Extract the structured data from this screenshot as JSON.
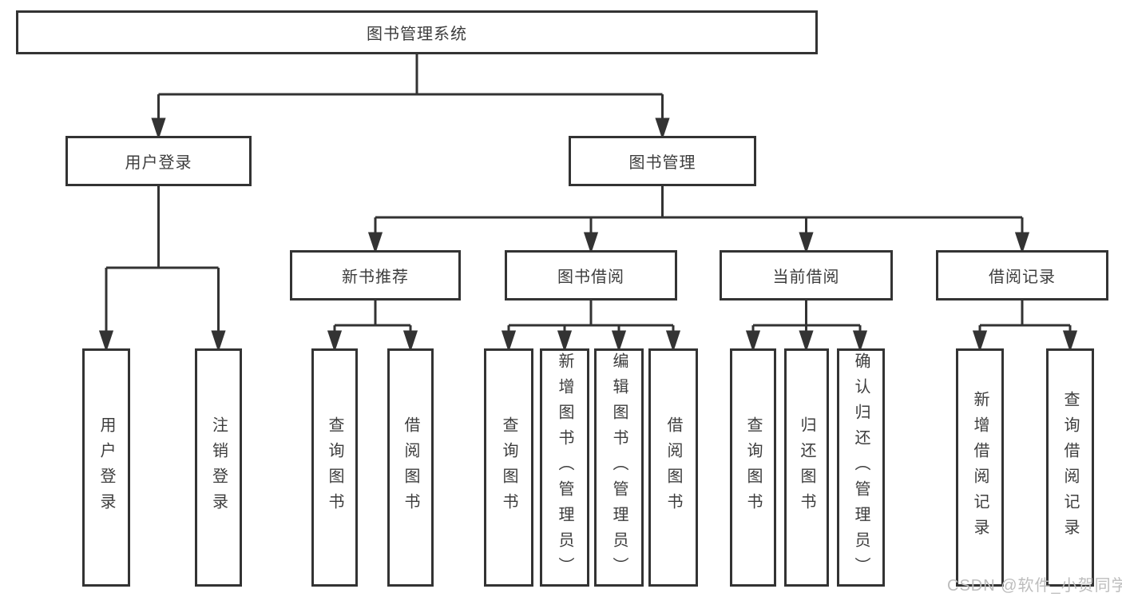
{
  "colors": {
    "line": "#333333",
    "box_border": "#333333",
    "text": "#3d3d3d",
    "background": "#ffffff",
    "watermark": "#bdbdbd"
  },
  "tree": {
    "root": {
      "label": "图书管理系统"
    },
    "branches": [
      {
        "label": "用户登录",
        "leaves": [
          "用户登录",
          "注销登录"
        ]
      },
      {
        "label": "图书管理",
        "groups": [
          {
            "label": "新书推荐",
            "leaves": [
              "查询图书",
              "借阅图书"
            ]
          },
          {
            "label": "图书借阅",
            "leaves": [
              "查询图书",
              "新增图书（管理员）",
              "编辑图书（管理员）",
              "借阅图书"
            ]
          },
          {
            "label": "当前借阅",
            "leaves": [
              "查询图书",
              "归还图书",
              "确认归还（管理员）"
            ]
          },
          {
            "label": "借阅记录",
            "leaves": [
              "新增借阅记录",
              "查询借阅记录"
            ]
          }
        ]
      }
    ]
  },
  "watermark": {
    "text": "CSDN @软件_小贺同学"
  }
}
